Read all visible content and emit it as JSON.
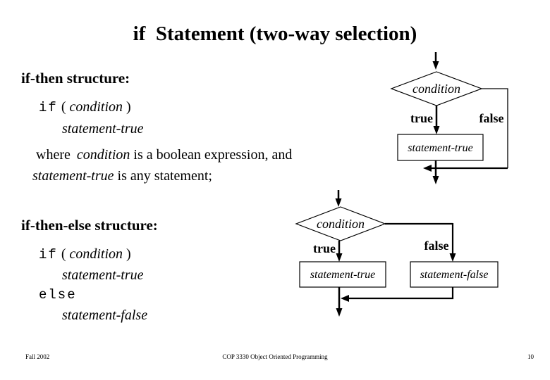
{
  "title": "if  Statement (two-way selection)",
  "if_then": {
    "heading": "if-then structure:",
    "code": {
      "keyword_if": "if",
      "open_paren": "(",
      "condition": "condition",
      "close_paren": ")",
      "statement_true": "statement-true"
    }
  },
  "where_note": {
    "line1": {
      "pre": "where ",
      "condition": "condition",
      "post": " is a boolean expression, and"
    },
    "line2": {
      "statement_true": "statement-true",
      "post": " is any statement;"
    }
  },
  "if_then_else": {
    "heading": "if-then-else structure:",
    "code": {
      "keyword_if": "if",
      "open_paren": "(",
      "condition": "condition",
      "close_paren": ")",
      "statement_true": "statement-true",
      "keyword_else": "else",
      "statement_false": "statement-false"
    }
  },
  "flowchart_if_then": {
    "condition_label": "condition",
    "true_label": "true",
    "false_label": "false",
    "statement_true_label": "statement-true"
  },
  "flowchart_if_then_else": {
    "condition_label": "condition",
    "true_label": "true",
    "false_label": "false",
    "statement_true_label": "statement-true",
    "statement_false_label": "statement-false"
  },
  "footer": {
    "semester": "Fall 2002",
    "course": "COP 3330 Object Oriented Programming",
    "page_number": "10"
  },
  "colors": {
    "background": "#ffffff",
    "text": "#000000",
    "line": "#000000"
  }
}
